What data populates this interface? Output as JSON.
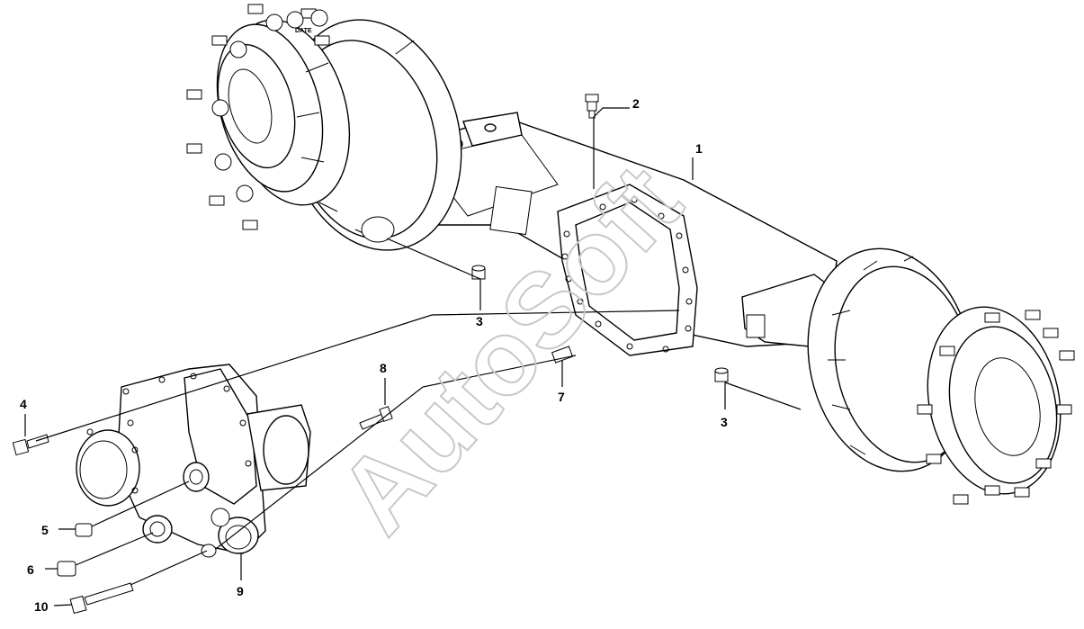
{
  "watermark": "AutoSoft",
  "callouts": {
    "c1": "1",
    "c2": "2",
    "c3a": "3",
    "c3b": "3",
    "c4": "4",
    "c5": "5",
    "c6": "6",
    "c7": "7",
    "c8": "8",
    "c9": "9",
    "c10": "10"
  },
  "hub_stamp": "DATE"
}
